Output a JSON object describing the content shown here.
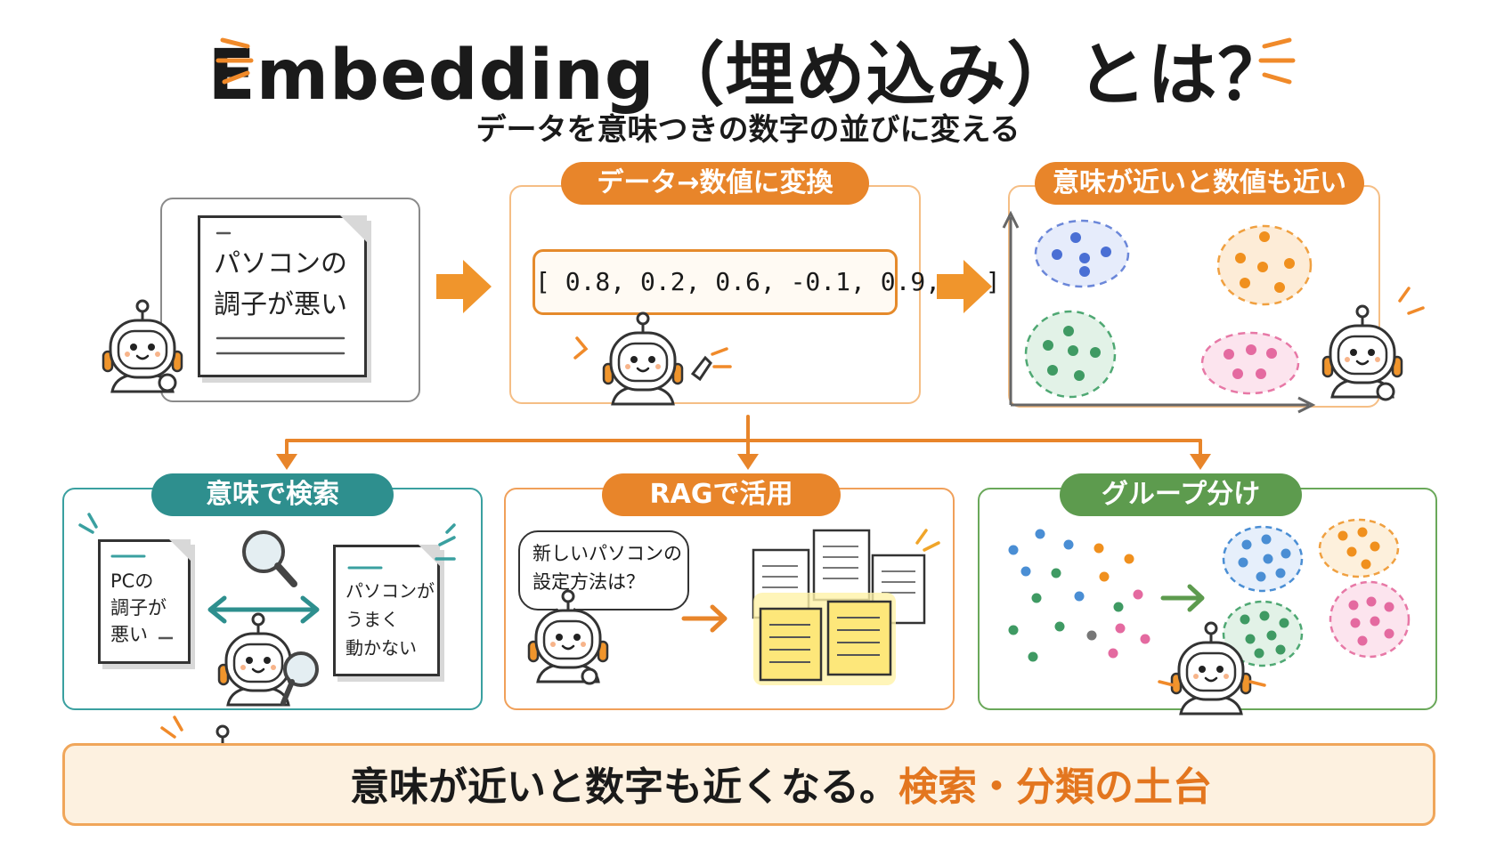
{
  "header": {
    "title": "Embedding（埋め込み）とは？",
    "subtitle": "データを意味つきの数字の並びに変える"
  },
  "top": {
    "input_doc_text": "パソコンの\n調子が悪い",
    "convert_label": "データ→数値に変換",
    "vector": "[ 0.8, 0.2, 0.6, -0.1, 0.9, … ]",
    "similar_label": "意味が近いと数値も近い"
  },
  "bottom": {
    "search": {
      "label": "意味で検索",
      "doc_left": "PCの\n調子が\n悪い",
      "doc_right": "パソコンが\nうまく\n動かない"
    },
    "rag": {
      "label": "RAGで活用",
      "question": "新しいパソコンの\n設定方法は？"
    },
    "group": {
      "label": "グループ分け"
    }
  },
  "footer": {
    "text_main": "意味が近いと数字も近くなる。",
    "text_highlight": "検索・分類の土台"
  },
  "colors": {
    "orange": "#e3761f",
    "teal": "#2e8f8e",
    "green": "#5d9b4e",
    "blue": "#4a6fd4",
    "pink": "#e46aa0",
    "cluster_green": "#3f9a63",
    "cluster_orange": "#f0901e"
  },
  "icons": [
    "robot-icon",
    "arrow-right-icon",
    "magnifier-icon",
    "double-arrow-icon",
    "document-icon",
    "speech-bubble-icon",
    "sparkle-icon"
  ]
}
